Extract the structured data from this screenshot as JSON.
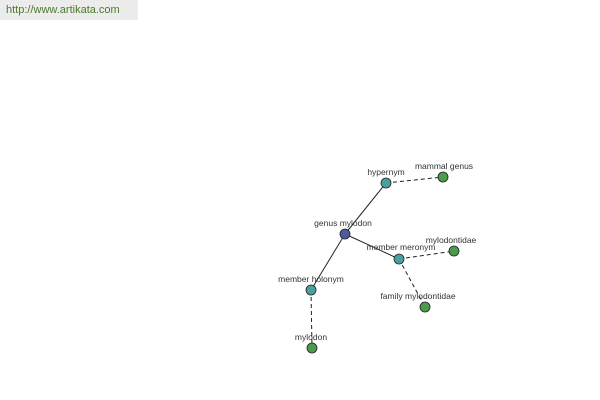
{
  "url_text": "http://www.artikata.com",
  "colors": {
    "center": "#4a5a9a",
    "relation": "#4aa0a0",
    "term": "#4c9a4c",
    "stroke": "#222222"
  },
  "nodes": {
    "center": "genus mylodon",
    "hypernym": "hypernym",
    "member_meronym": "member meronym",
    "member_holonym": "member holonym",
    "mammal_genus": "mammal genus",
    "mylodontidae": "mylodontidae",
    "family_mylodontidae": "family mylodontidae",
    "mylodon": "mylodon"
  }
}
